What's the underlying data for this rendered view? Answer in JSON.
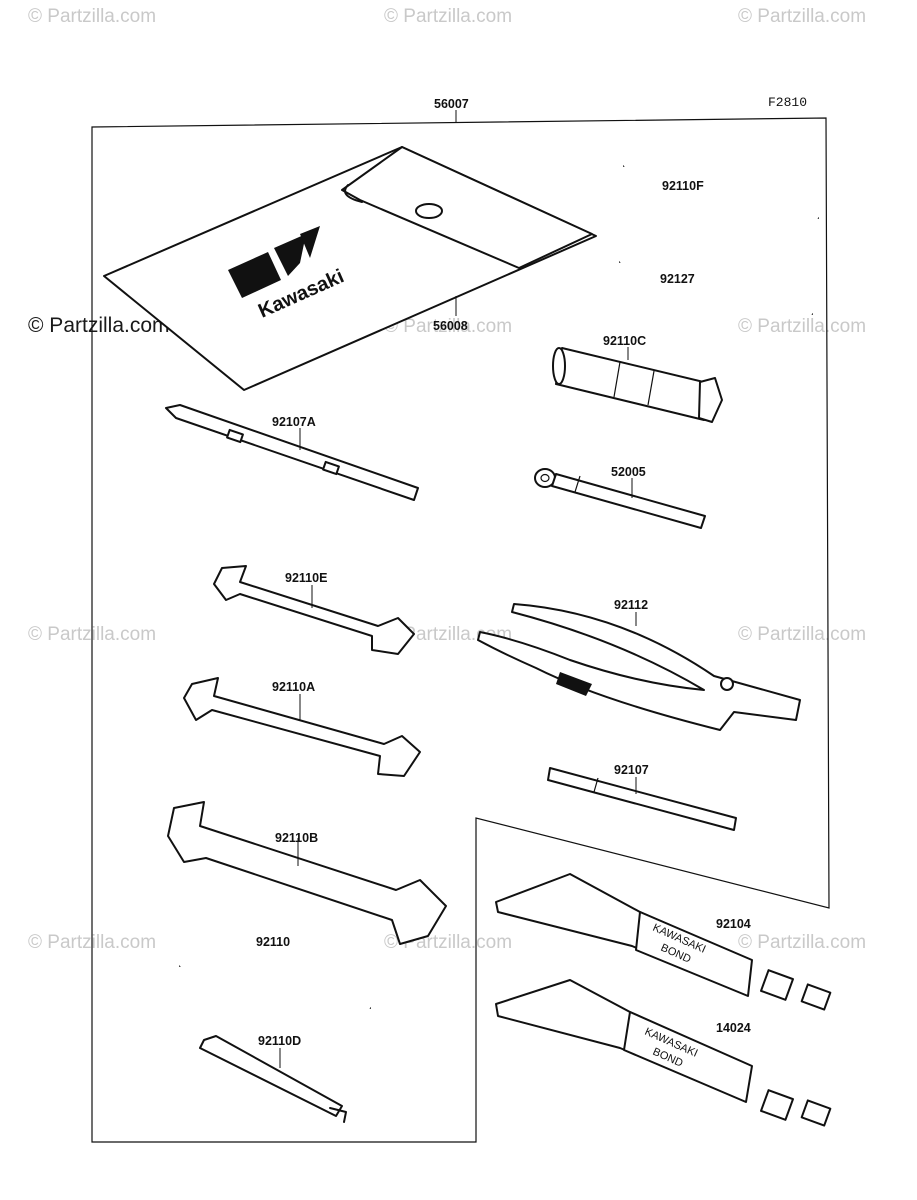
{
  "figure_code": "F2810",
  "watermark": "© Partzilla.com",
  "watermark_positions_count": 12,
  "parts": [
    {
      "id": "56007",
      "label": "56007"
    },
    {
      "id": "56008",
      "label": "56008"
    },
    {
      "id": "92110F",
      "label": "92110F"
    },
    {
      "id": "92127",
      "label": "92127"
    },
    {
      "id": "92110C",
      "label": "92110C"
    },
    {
      "id": "92107A",
      "label": "92107A"
    },
    {
      "id": "52005",
      "label": "52005"
    },
    {
      "id": "92110E",
      "label": "92110E"
    },
    {
      "id": "92112",
      "label": "92112"
    },
    {
      "id": "92110A",
      "label": "92110A"
    },
    {
      "id": "92107",
      "label": "92107"
    },
    {
      "id": "92110B",
      "label": "92110B"
    },
    {
      "id": "92104",
      "label": "92104"
    },
    {
      "id": "92110",
      "label": "92110"
    },
    {
      "id": "14024",
      "label": "14024"
    },
    {
      "id": "92110D",
      "label": "92110D"
    }
  ],
  "tube_text": {
    "line1": "KAWASAKI",
    "line2": "BOND"
  },
  "pouch_logo": "Kawasaki"
}
